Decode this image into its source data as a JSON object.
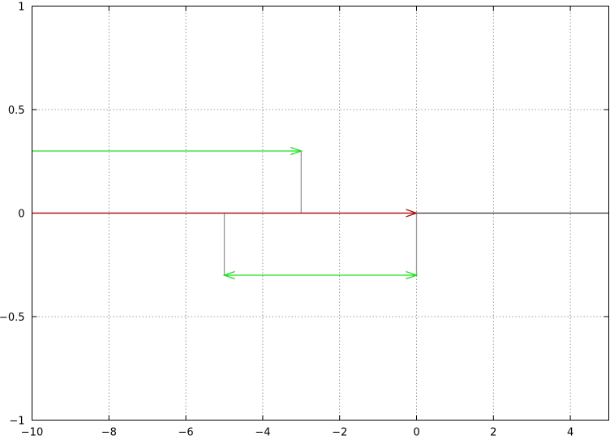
{
  "chart_data": {
    "type": "line",
    "title": "",
    "xlabel": "",
    "ylabel": "",
    "xlim": [
      -10,
      5
    ],
    "ylim": [
      -1,
      1
    ],
    "grid": true,
    "x_ticks": [
      {
        "value": -10,
        "label": "−10"
      },
      {
        "value": -8,
        "label": "−8"
      },
      {
        "value": -6,
        "label": "−6"
      },
      {
        "value": -4,
        "label": "−4"
      },
      {
        "value": -2,
        "label": "−2"
      },
      {
        "value": 0,
        "label": "0"
      },
      {
        "value": 2,
        "label": "2"
      },
      {
        "value": 4,
        "label": "4"
      }
    ],
    "y_ticks": [
      {
        "value": -1,
        "label": "−1"
      },
      {
        "value": -0.5,
        "label": "−0.5"
      },
      {
        "value": 0,
        "label": "0"
      },
      {
        "value": 0.5,
        "label": "0.5"
      },
      {
        "value": 1,
        "label": "1"
      }
    ],
    "segments": [
      {
        "kind": "line",
        "x": [
          -10,
          0
        ],
        "y": [
          0,
          0
        ],
        "color": "#aa1111"
      },
      {
        "kind": "line",
        "x": [
          0,
          5
        ],
        "y": [
          0,
          0
        ],
        "color": "#333333"
      },
      {
        "kind": "line",
        "x": [
          -3,
          -3
        ],
        "y": [
          0,
          0.3
        ],
        "color": "#999999"
      },
      {
        "kind": "line",
        "x": [
          -5,
          -5
        ],
        "y": [
          0,
          -0.3
        ],
        "color": "#999999"
      },
      {
        "kind": "line",
        "x": [
          0,
          0
        ],
        "y": [
          0,
          -0.3
        ],
        "color": "#999999"
      },
      {
        "kind": "arrow",
        "x": [
          -10,
          0
        ],
        "y": [
          0,
          0
        ],
        "color": "#aa1111",
        "heads": "end"
      },
      {
        "kind": "arrow",
        "x": [
          -10,
          -3
        ],
        "y": [
          0.3,
          0.3
        ],
        "color": "#22dd22",
        "heads": "end"
      },
      {
        "kind": "arrow",
        "x": [
          -5,
          0
        ],
        "y": [
          -0.3,
          -0.3
        ],
        "color": "#22dd22",
        "heads": "both"
      }
    ]
  }
}
